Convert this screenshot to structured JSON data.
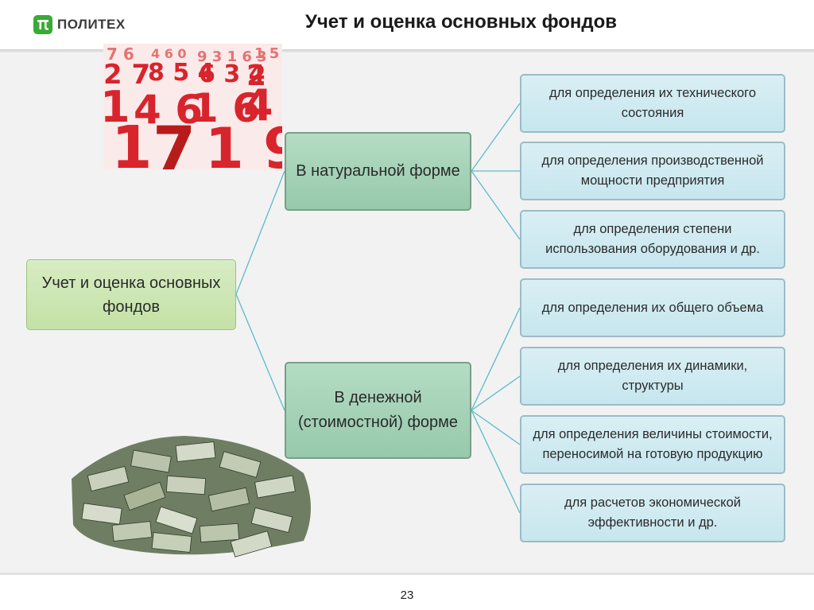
{
  "header": {
    "logo_text": "ПОЛИТЕХ",
    "title": "Учет и оценка основных фондов"
  },
  "diagram": {
    "root": "Учет и оценка основных фондов",
    "branches": [
      {
        "label": "В натуральной форме",
        "items": [
          "для определения их технического состояния",
          "для определения производственной мощности предприятия",
          "для определения степени использования оборудования и др."
        ]
      },
      {
        "label": "В денежной (стоимостной) форме",
        "items": [
          "для определения их общего объема",
          "для определения их динамики, структуры",
          "для определения величины стоимости, переносимой на готовую продукцию",
          "для расчетов экономической эффективности и др."
        ]
      }
    ]
  },
  "footer": {
    "page_number": "23"
  },
  "colors": {
    "brand_green": "#3aaa35",
    "root_fill": "#c4e1a6",
    "branch_fill": "#97c9ac",
    "leaf_fill": "#c7e6ee",
    "connector": "#5bbcc9"
  }
}
